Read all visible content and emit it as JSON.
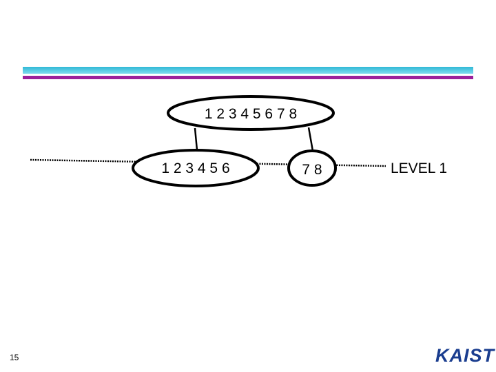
{
  "diagram": {
    "root_node": "1 2 3 4 5 6 7 8",
    "left_node": "1 2 3 4 5 6",
    "right_node": "7 8",
    "level_label": "LEVEL 1"
  },
  "footer": {
    "page_number": "15",
    "logo_text": "KAIST"
  },
  "colors": {
    "top_bar": "#2fb9d6",
    "accent_bar": "#9b1f9b",
    "logo": "#1a3d8f"
  }
}
